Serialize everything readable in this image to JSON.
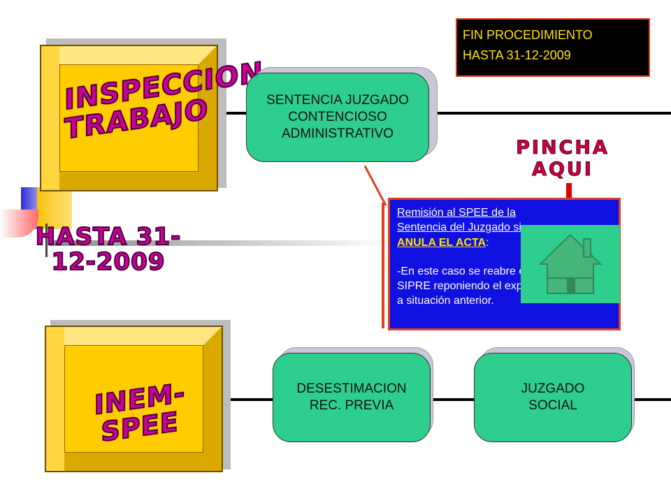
{
  "fin_box": {
    "line1": "FIN PROCEDIMIENTO",
    "line2": "HASTA 31-12-2009"
  },
  "blocks": {
    "top_title_line1": "INSPECCION",
    "top_title_line2": "TRABAJO",
    "bottom_title": "INEM-SPEE",
    "middle_label": "HASTA 31-12-2009"
  },
  "boxes": {
    "sentencia_line1": "SENTENCIA JUZGADO",
    "sentencia_line2": "CONTENCIOSO",
    "sentencia_line3": "ADMINISTRATIVO",
    "desestimacion_line1": "DESESTIMACION",
    "desestimacion_line2": "REC. PREVIA",
    "juzgado_line1": "JUZGADO",
    "juzgado_line2": "SOCIAL"
  },
  "note": {
    "line1": "Remisión al SPEE de la",
    "line2": "Sentencia del Juzgado si",
    "line3_em": "ANULA EL ACTA",
    "line3_rest": ":",
    "line4": "-En este caso se reabre en",
    "line5": "SIPRE reponiendo el expediente",
    "line6": "a situación anterior."
  },
  "pincha": {
    "line1": "PINCHA",
    "line2": "AQUI"
  },
  "icons": {
    "home": "home-icon"
  },
  "colors": {
    "green_box": "#2ecf8e",
    "blue_note": "#1010e0",
    "block_yellow": "#ffcc00",
    "stencil_magenta": "#cc0099",
    "accent_red": "#e04020",
    "fin_text": "#ffe400"
  }
}
